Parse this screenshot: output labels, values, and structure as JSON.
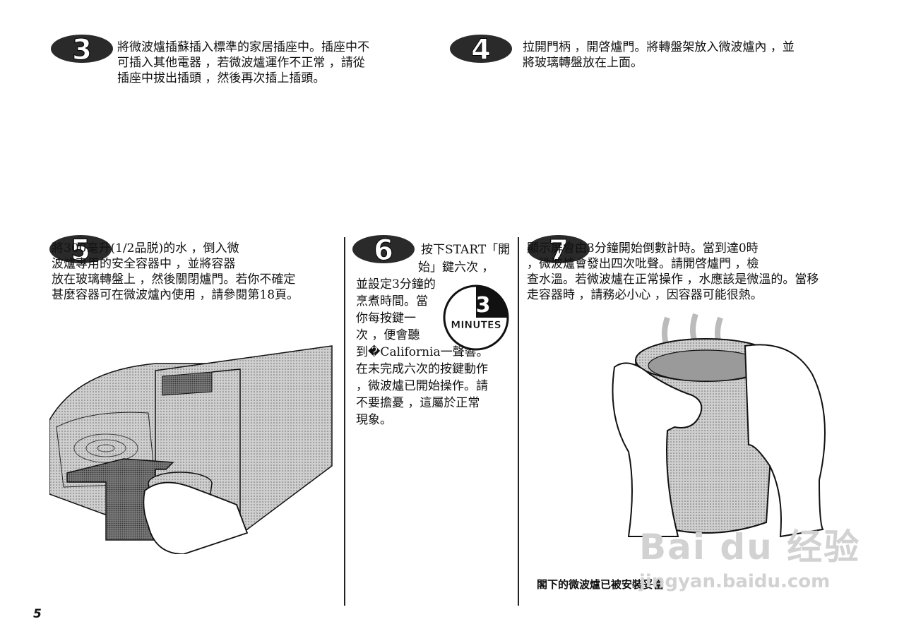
{
  "page_number": "5",
  "steps": [
    {
      "number": "3",
      "text": "將微波爐插蘇插入標準的家居插座中。插座中不\n可插入其他電器 ，若微波爐運作不正常 ，請從\n插座中拔出插頭 ，然後再次插上插頭。"
    },
    {
      "number": "4",
      "text": "拉開門柄 ，開啓爐門。將轉盤架放入微波爐內 ，並\n將玻璃轉盤放在上面。"
    },
    {
      "number": "5",
      "text": "將300毫升(1/2品脱)的水 ，倒入微\n波爐專用的安全容器中 ，並將容器\n放在玻璃轉盤上 ，然後關閉爐門。若你不確定\n甚麼容器可在微波爐內使用 ，請參閱第18頁。"
    },
    {
      "number": "6",
      "text_lines": [
        "按下START「開",
        "始」鍵六次 ，",
        "並設定3分鐘的",
        "烹煮時間。當",
        "你每按鍵一",
        "次 ，便會聽",
        "到�California一聲響。",
        "在未完成六次的按鍵動作",
        "，微波爐已開始操作。請",
        "不要擔憂 ，這屬於正常",
        "現象。"
      ]
    },
    {
      "number": "7",
      "text": "顯示屏會由3分鐘開始倒數計時。當到達0時\n，微波爐會發出四次吡聲。請開啓爐門 ，檢\n查水溫。若微波爐在正常操作 ，水應該是微溫的。當移\n走容器時 ，請務必小心 ，因容器可能很熱。"
    }
  ],
  "timer_icon": {
    "number": "3",
    "label": "MINUTES"
  },
  "caption": "閣下的微波爐已被安裝妥當",
  "watermark": {
    "logo": "Bai du 经验",
    "url": "jingyan.baidu.com"
  }
}
